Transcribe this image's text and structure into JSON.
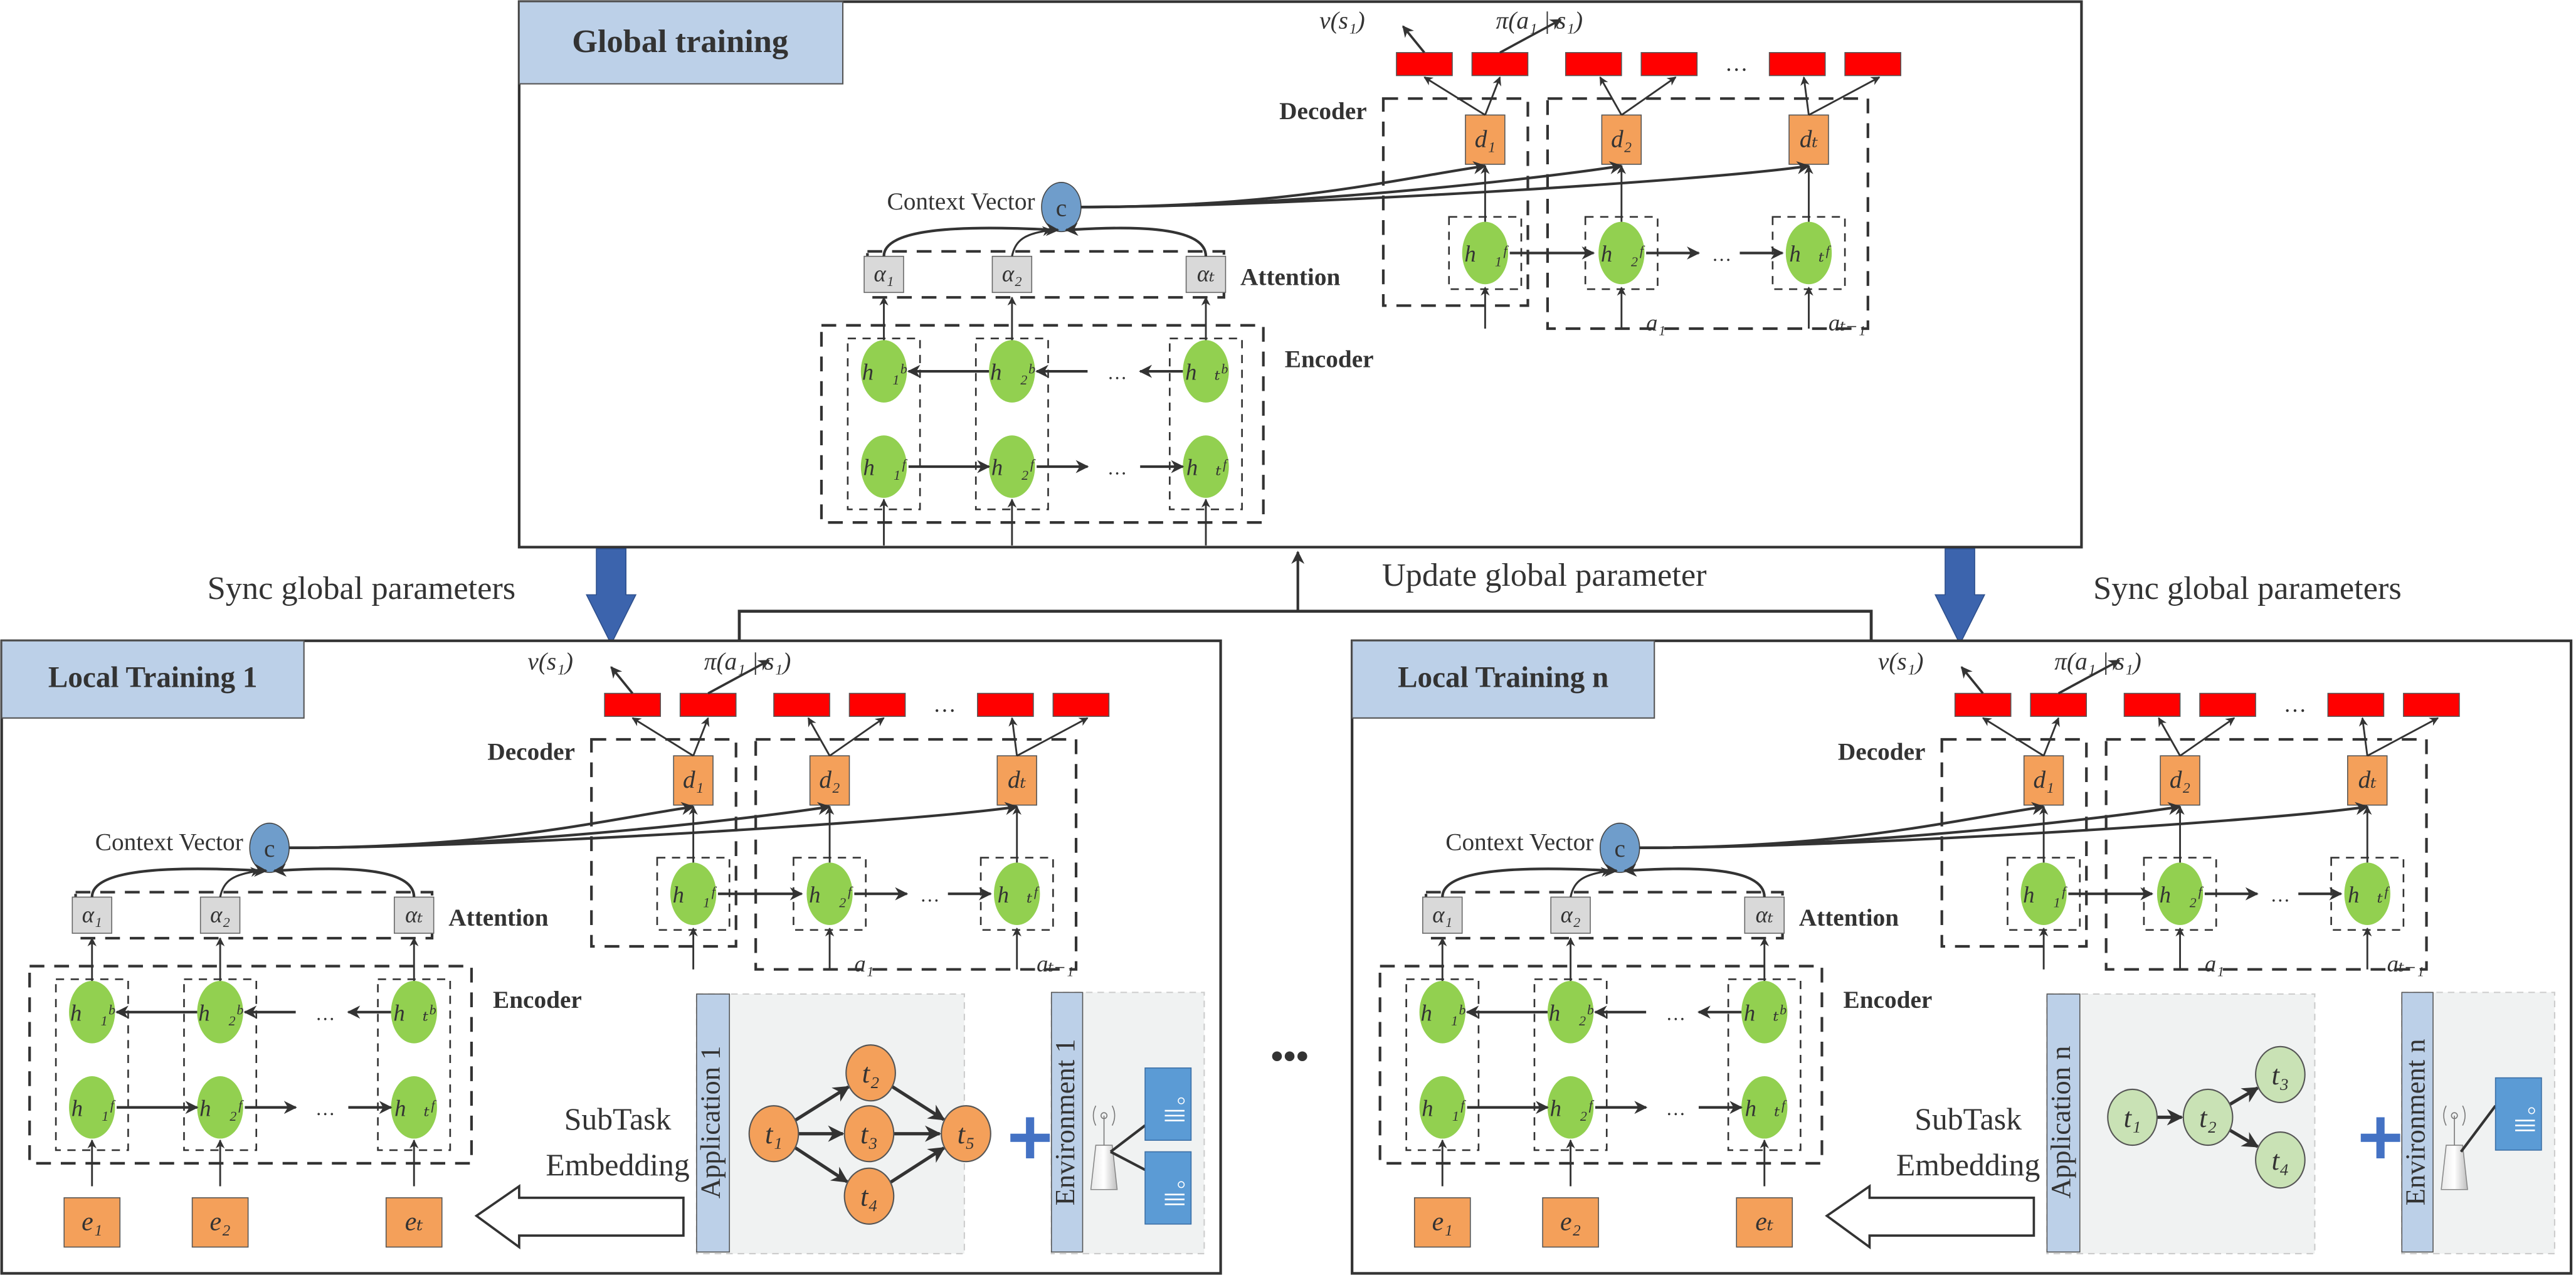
{
  "global": {
    "title": "Global training",
    "labels": {
      "decoder": "Decoder",
      "attention": "Attention",
      "encoder": "Encoder",
      "context_vector": "Context Vector",
      "context_symbol": "c",
      "value_output": "v(s₁)",
      "policy_output": "π(a₁ | s₁)",
      "ellipsis": "…"
    },
    "decoder_cells": [
      "d₁",
      "d₂",
      "dₜ"
    ],
    "decoder_hidden": [
      "h⃗₁ᶠ",
      "h⃗₂ᶠ",
      "h⃗ₜᶠ"
    ],
    "decoder_inputs": [
      "a₁",
      "aₜ₋₁"
    ],
    "attention_weights": [
      "α₁",
      "α₂",
      "αₜ"
    ],
    "encoder_backward": [
      "h⃖₁ᵇ",
      "h⃖₂ᵇ",
      "h⃖ₜᵇ"
    ],
    "encoder_forward": [
      "h⃗₁ᶠ",
      "h⃗₂ᶠ",
      "h⃗ₜᶠ"
    ]
  },
  "connectors": {
    "sync_left": "Sync global parameters",
    "sync_right": "Sync global parameters",
    "update": "Update global parameter",
    "between_panels": "•••"
  },
  "local_panels": [
    {
      "title": "Local Training 1",
      "subtask_embedding": [
        "SubTask",
        "Embedding"
      ],
      "embeddings": [
        "e₁",
        "e₂",
        "eₜ"
      ],
      "application": {
        "label": "Application 1",
        "tasks": [
          "t₁",
          "t₂",
          "t₃",
          "t₄",
          "t₅"
        ],
        "edges": [
          [
            "t1",
            "t2"
          ],
          [
            "t1",
            "t3"
          ],
          [
            "t1",
            "t4"
          ],
          [
            "t2",
            "t5"
          ],
          [
            "t3",
            "t5"
          ],
          [
            "t4",
            "t5"
          ]
        ],
        "node_color": "#f4a05a"
      },
      "environment": {
        "label": "Environment 1",
        "servers": 2
      }
    },
    {
      "title": "Local Training n",
      "subtask_embedding": [
        "SubTask",
        "Embedding"
      ],
      "embeddings": [
        "e₁",
        "e₂",
        "eₜ"
      ],
      "application": {
        "label": "Application n",
        "tasks": [
          "t₁",
          "t₂",
          "t₃",
          "t₄"
        ],
        "edges": [
          [
            "t1",
            "t2"
          ],
          [
            "t2",
            "t3"
          ],
          [
            "t2",
            "t4"
          ]
        ],
        "node_color": "#c9e2b5"
      },
      "environment": {
        "label": "Environment n",
        "servers": 1
      }
    }
  ],
  "colors": {
    "header_fill": "#bcd0e8",
    "output_red": "#ff0000",
    "decoder_orange": "#f4a05a",
    "hidden_green": "#92d050",
    "attention_gray": "#d9d9d9",
    "context_blue": "#6f9dcb",
    "sync_arrow_blue": "#3c64ad",
    "plus_blue": "#4472c4",
    "server_blue": "#5b9bd5",
    "panel_gray": "#f0f2f2",
    "stroke": "#333333"
  }
}
